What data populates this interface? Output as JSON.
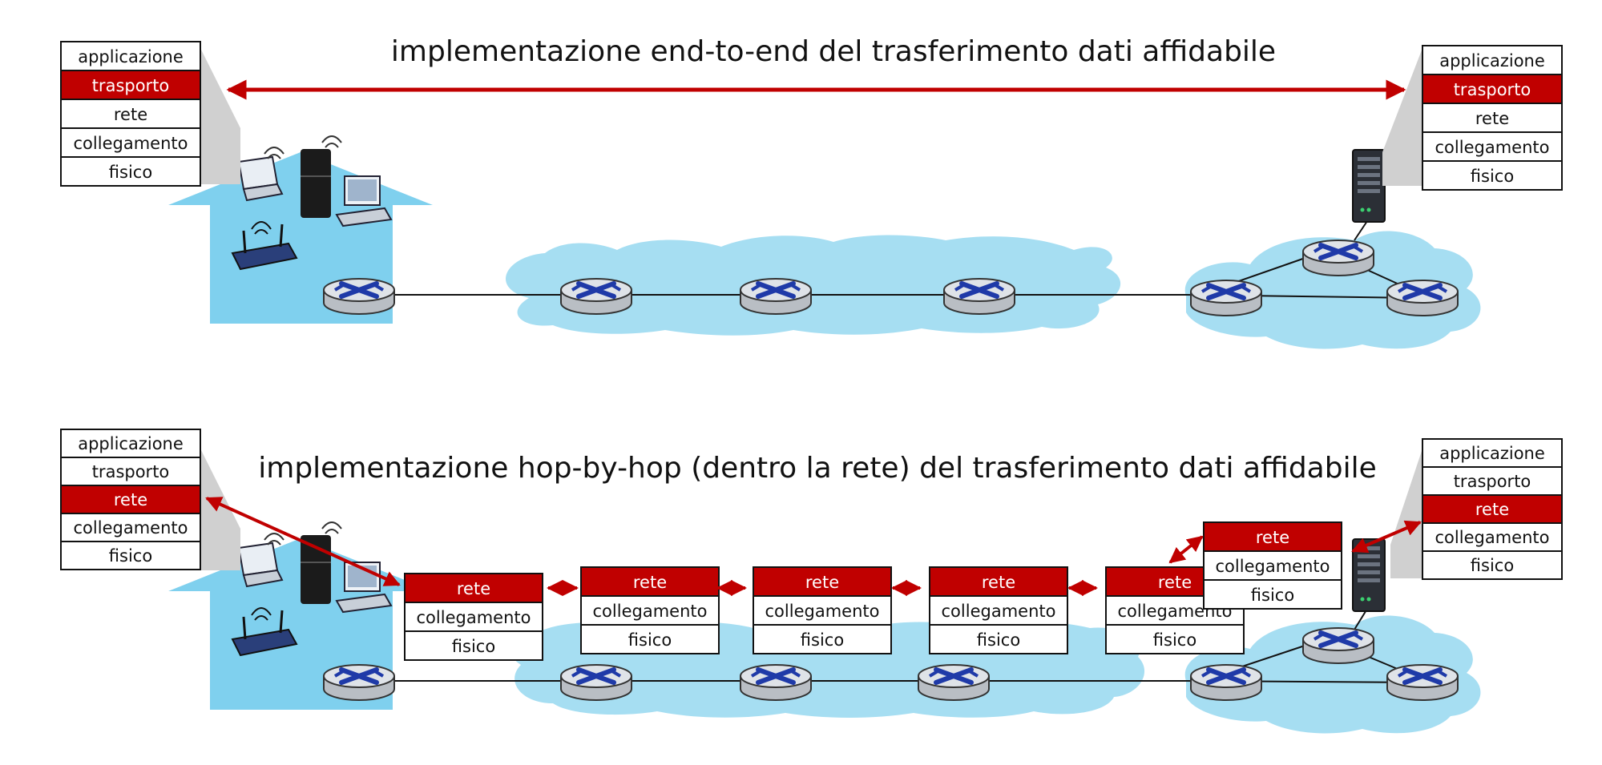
{
  "diagram_top": {
    "title": "implementazione end-to-end del trasferimento dati affidabile",
    "left_stack": [
      "applicazione",
      "trasporto",
      "rete",
      "collegamento",
      "fisico"
    ],
    "left_highlight": "trasporto",
    "right_stack": [
      "applicazione",
      "trasporto",
      "rete",
      "collegamento",
      "fisico"
    ],
    "right_highlight": "trasporto"
  },
  "diagram_bottom": {
    "title": "implementazione hop-by-hop (dentro la rete) del trasferimento dati affidabile",
    "left_stack": [
      "applicazione",
      "trasporto",
      "rete",
      "collegamento",
      "fisico"
    ],
    "left_highlight": "rete",
    "right_stack": [
      "applicazione",
      "trasporto",
      "rete",
      "collegamento",
      "fisico"
    ],
    "right_highlight": "rete",
    "router_stacks": [
      [
        "rete",
        "collegamento",
        "fisico"
      ],
      [
        "rete",
        "collegamento",
        "fisico"
      ],
      [
        "rete",
        "collegamento",
        "fisico"
      ],
      [
        "rete",
        "collegamento",
        "fisico"
      ],
      [
        "rete",
        "collegamento",
        "fisico"
      ],
      [
        "rete",
        "collegamento",
        "fisico"
      ]
    ]
  },
  "colors": {
    "highlight": "#c00000",
    "cloud": "#a6def2",
    "house": "#7fd0ee",
    "router_body": "#cfd3d8",
    "router_x": "#1f3aa8",
    "arrow": "#c00000"
  },
  "icons": [
    "house-icon",
    "laptop-icon",
    "fridge-icon",
    "desktop-icon",
    "wifi-router-icon",
    "router-icon",
    "server-icon"
  ]
}
